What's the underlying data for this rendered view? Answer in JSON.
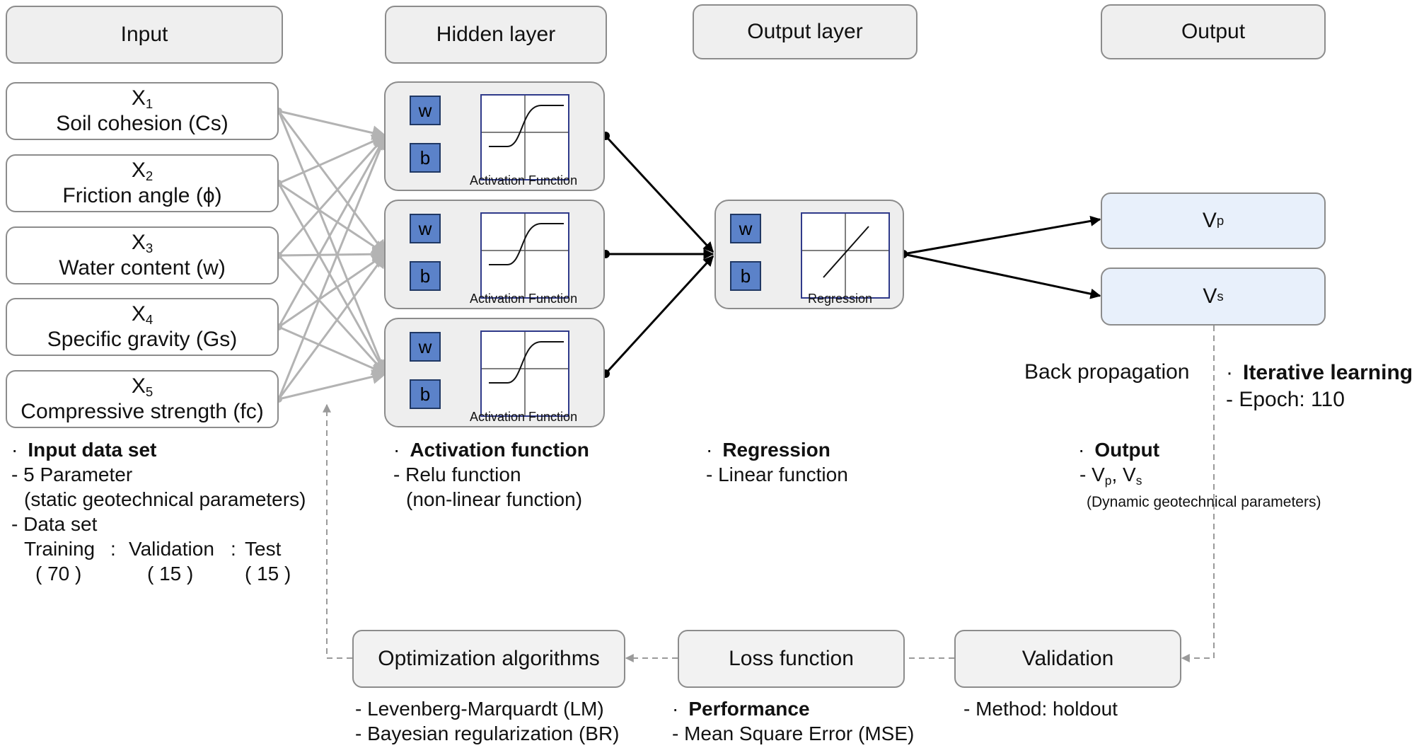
{
  "headers": {
    "input": "Input",
    "hidden": "Hidden layer",
    "output_layer": "Output layer",
    "output": "Output"
  },
  "inputs": [
    {
      "sym": "X",
      "idx": "1",
      "label": "Soil cohesion (Cs)"
    },
    {
      "sym": "X",
      "idx": "2",
      "label": "Friction angle (ϕ)"
    },
    {
      "sym": "X",
      "idx": "3",
      "label": "Water content (w)"
    },
    {
      "sym": "X",
      "idx": "4",
      "label": "Specific gravity (Gs)"
    },
    {
      "sym": "X",
      "idx": "5",
      "label": "Compressive strength (fc)"
    }
  ],
  "neuron": {
    "w": "w",
    "b": "b",
    "activation_caption": "Activation Function",
    "regression_caption": "Regression"
  },
  "outputs": {
    "vp_sym": "V",
    "vp_sub": "p",
    "vs_sym": "V",
    "vs_sub": "s"
  },
  "notes": {
    "input_title": "Input data set",
    "input_l1": "- 5 Parameter",
    "input_l2": "(static geotechnical parameters)",
    "input_l3": "- Data set",
    "split_training": "Training",
    "split_sep1": ":",
    "split_validation": "Validation",
    "split_sep2": ":",
    "split_test": "Test",
    "split_v1": "( 70 )",
    "split_v2": "( 15 )",
    "split_v3": "( 15 )",
    "act_title": "Activation function",
    "act_l1": "- Relu function",
    "act_l2": "(non-linear function)",
    "reg_title": "Regression",
    "reg_l1": "- Linear function",
    "out_title": "Output",
    "out_l1_prefix": "- ",
    "out_l1_vp": "V",
    "out_l1_vp_sub": "p",
    "out_l1_sep": ", ",
    "out_l1_vs": "V",
    "out_l1_vs_sub": "s",
    "out_l2": "(Dynamic geotechnical parameters)",
    "backprop": "Back propagation",
    "iter_title": "Iterative learning",
    "iter_l1": "- Epoch: 110",
    "bullet": "·"
  },
  "bottom": {
    "optimization": "Optimization algorithms",
    "loss": "Loss function",
    "validation": "Validation",
    "opt_l1": "- Levenberg-Marquardt  (LM)",
    "opt_l2": "- Bayesian regularization  (BR)",
    "perf_title": "Performance",
    "perf_l1": "- Mean Square Error (MSE)",
    "val_l1": "- Method:  holdout"
  },
  "colors": {
    "box_border": "#8c8c8c",
    "box_fill": "#f2f2f2",
    "output_fill": "#e8f0fb",
    "wb_fill": "#5b82c9",
    "input_wire": "#b3b3b3",
    "main_wire": "#000000",
    "dashed": "#9a9a9a"
  }
}
